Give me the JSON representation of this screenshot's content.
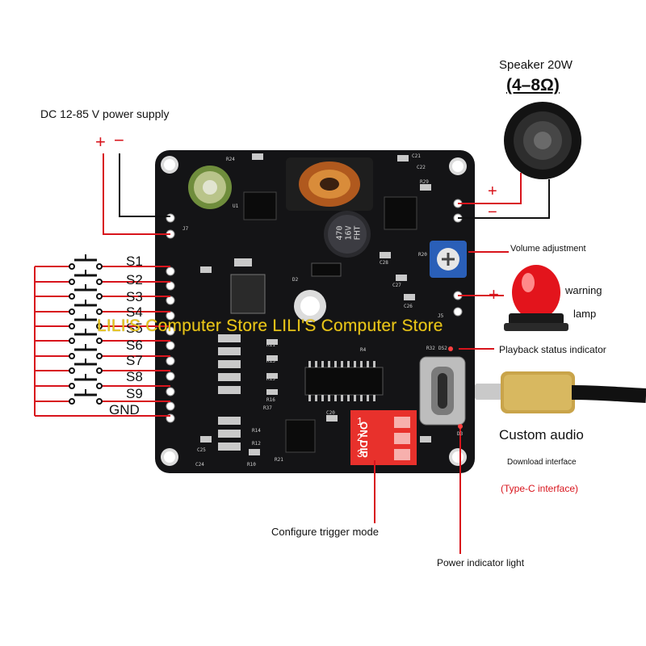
{
  "labels": {
    "power_supply": "DC 12-85 V power supply",
    "polarity_plus": "+",
    "polarity_minus": "−",
    "speaker_title": "Speaker 20W",
    "speaker_impedance": "(4–8Ω)",
    "speaker_plus": "+",
    "speaker_minus": "−",
    "volume": "Volume adjustment",
    "warning_line1": "warning",
    "warning_line2": "lamp",
    "warning_plus": "+",
    "playback": "Playback status indicator",
    "custom_audio": "Custom audio",
    "download": "Download interface",
    "typec": "(Type-C interface)",
    "trigger": "Configure trigger mode",
    "power_light": "Power indicator light",
    "watermark": "LILI'S Computer Store LILI'S Computer Store"
  },
  "switches": [
    "S1",
    "S2",
    "S3",
    "S4",
    "S5",
    "S6",
    "S7",
    "S8",
    "S9"
  ],
  "gnd": "GND",
  "board": {
    "capacitor_text": [
      "470",
      "16V",
      "FHT"
    ],
    "dip_label": "ON DIP",
    "dip_numbers": [
      "1",
      "2",
      "3"
    ],
    "silk": [
      "R24",
      "J7",
      "J5",
      "R29",
      "R20",
      "C21",
      "C22",
      "U1",
      "D2",
      "R32",
      "DS2",
      "R37",
      "C20",
      "R4",
      "R21",
      "C24",
      "C25",
      "R10",
      "D3",
      "C26",
      "C27",
      "C28",
      "R16",
      "R15",
      "R13",
      "R11",
      "R14",
      "R12"
    ]
  },
  "colors": {
    "board": "#141416",
    "wire_red": "#d8141c",
    "dip_red": "#e8312c",
    "pot_blue": "#2a5fb8",
    "typec_gold": "#c9a44a"
  }
}
